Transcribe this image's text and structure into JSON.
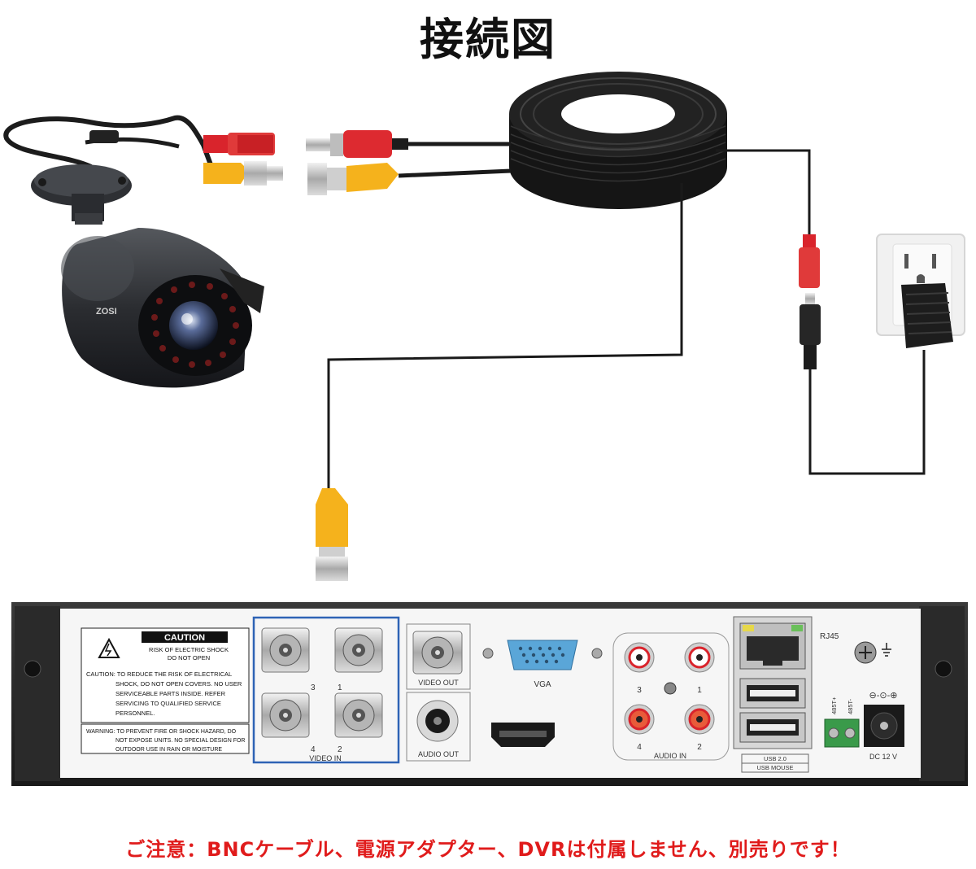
{
  "title": "接続図",
  "note": "ご注意：BNCケーブル、電源アダプター、DVRは付属しません、別売りです！",
  "camera": {
    "brand": "ZOSI"
  },
  "dvr": {
    "caution": {
      "heading": "CAUTION",
      "sub1": "RISK OF ELECTRIC SHOCK",
      "sub2": "DO NOT OPEN",
      "body": [
        "CAUTION: TO REDUCE THE RISK OF ELECTRICAL",
        "SHOCK, DO NOT OPEN COVERS. NO USER",
        "SERVICEABLE PARTS INSIDE. REFER",
        "SERVICING TO QUALIFIED SERVICE",
        "PERSONNEL."
      ],
      "warning": [
        "WARNING: TO PREVENT FIRE OR SHOCK HAZARD, DO",
        "NOT EXPOSE UNITS. NO SPECIAL DESIGN FOR",
        "OUTDOOR USE IN RAIN OR MOISTURE"
      ]
    },
    "video_in": {
      "label": "VIDEO IN",
      "ports": [
        "3",
        "1",
        "4",
        "2"
      ]
    },
    "video_out": {
      "label": "VIDEO OUT"
    },
    "audio_out": {
      "label": "AUDIO OUT"
    },
    "vga": {
      "label": "VGA"
    },
    "audio_in": {
      "label": "AUDIO IN",
      "ports": [
        "3",
        "1",
        "4",
        "2"
      ]
    },
    "rj45": {
      "label": "RJ45"
    },
    "usb": {
      "label1": "USB 2.0",
      "label2": "USB MOUSE"
    },
    "rs485": {
      "minus": "485T-",
      "plus": "485T+"
    },
    "dc": {
      "label": "DC 12 V",
      "symbol": "⊖-⊙-⊕"
    }
  },
  "colors": {
    "note": "#e01b1b",
    "bnc_yellow": "#f5b21c",
    "power_red": "#d9242c",
    "video_in_border": "#2e63b5",
    "vga_blue": "#5aa6d8"
  }
}
